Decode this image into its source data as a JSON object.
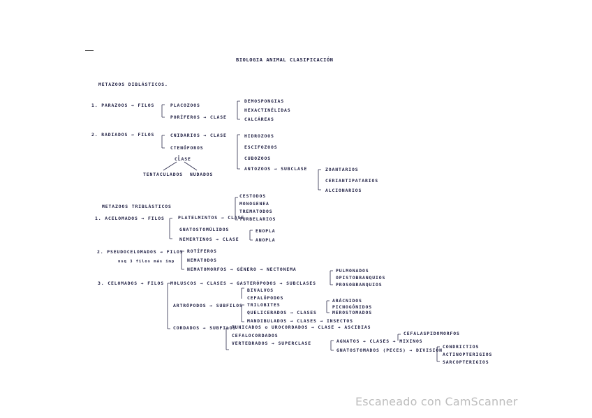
{
  "document": {
    "title": "BIOLOGIA ANIMAL CLASIFICACIÓN",
    "sections": {
      "diblasticos": "METAZOOS DIBLÁSTICOS.",
      "triblasticos": "METAZOOS TRIBLÁSTICOS"
    },
    "entries": {
      "parazoos": "1. PARAZOOS → FILOS",
      "placozoos": "PLACOZOOS",
      "poriferos": "PORÍFEROS → CLASE",
      "demospongias": "DEMOSPONGIAS",
      "hexactinelidas": "HEXACTINÉLIDAS",
      "calcareas": "CALCÁREAS",
      "radiados": "2. RADIADOS → FILOS",
      "cnidarios": "CNIDARIOS → CLASE",
      "hidrozoos": "HIDROZOOS",
      "escifozoos": "ESCIFOZOOS",
      "cubozoos": "CUBOZOOS",
      "antozoos": "ANTOZOOS → SUBCLASE",
      "zoantarios": "ZOANTARIOS",
      "ceriantipatarios": "CERIANTIPATARIOS",
      "alcionarios": "ALCIONARIOS",
      "ctenoforos": "CTENÓFOROS",
      "clase": "CLASE",
      "tentaculados": "TENTACULADOS",
      "nudados": "NUDADOS",
      "acelomados": "1. ACELOMADOS → FILOS",
      "platelmintos": "PLATELMINTOS → CLASE",
      "cestodos": "CESTODOS",
      "monogenea": "MONOGENEA",
      "trematodos": "TREMATODOS",
      "turbelarios": "TURBELARIOS",
      "gnatostomulidos": "GNATOSTOMÚLIDOS",
      "nemertinos": "NEMERTINOS → CLASE",
      "enopla": "ENOPLA",
      "anopla": "ANOPLA",
      "pseudocelomados": "2. PSEUDOCELOMADOS → FILOS",
      "pseudo_note": "nsq 3 filos más imp",
      "rotiferos": "ROTÍFEROS",
      "nematodos": "NEMATODOS",
      "nematomorfos": "NEMATOMORFOS → GÉNERO → NECTONEMA",
      "celomados": "3. CELOMADOS → FILOS",
      "moluscos": "MOLUSCOS → CLASES → GASTERÓPODOS → SUBCLASES",
      "pulmonados": "PULMONADOS",
      "opistobranquios": "OPISTOBRANQUIOS",
      "prosobranquios": "PROSOBRANQUIOS",
      "bivalvos": "BIVALVOS",
      "cefalopodos": "CEFALÓPODOS",
      "artropodos": "ARTRÓPODOS → SUBFILOS",
      "trilobites": "TRILOBITES",
      "quelicerados": "QUELICERADOS → CLASES",
      "aracnidos": "ARÁCNIDOS",
      "picnogonidos": "PICNOGÓNIDOS",
      "merostomados": "MEROSTOMADOS",
      "mandibulados": "MANDIBULADOS → CLASES → INSECTOS",
      "cordados": "CORDADOS → SUBFILOS",
      "tunicados": "TUNICADOS o UROCORDADOS → CLASE → ASCIDIAS",
      "cefalocordados": "CEFALOCORDADOS",
      "vertebrados": "VERTEBRADOS → SUPERCLASE",
      "agnatos": "AGNATOS → CLASES → MIXINOS",
      "cefalaspidomorfos": "CEFALASPIDOMORFOS",
      "gnatostomados": "GNATOSTOMADOS (PECES) → DIVISIÓN",
      "condrictios": "CONDRICTIOS",
      "actinopterigios": "ACTINOPTERIGIOS",
      "sarcopterigios": "SARCOPTERIGIOS"
    },
    "watermark": "Escaneado con CamScanner"
  }
}
